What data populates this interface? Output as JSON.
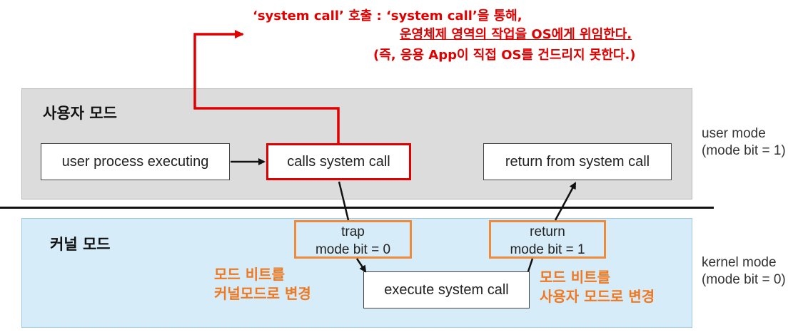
{
  "annotation": {
    "line1": "‘system call’ 호출 : ‘system call’을 통해,",
    "line2": "운영체제 영역의 작업을 OS에게 위임한다.",
    "line3": "(즉, 응용 App이 직접 OS를 건드리지 못한다.)"
  },
  "user_region": {
    "title": "사용자 모드",
    "label_line1": "user mode",
    "label_line2": "(mode bit = 1)"
  },
  "kernel_region": {
    "title": "커널 모드",
    "label_line1": "kernel mode",
    "label_line2": "(mode bit = 0)"
  },
  "boxes": {
    "user_process": "user process executing",
    "calls_system_call": "calls system call",
    "return_from": "return from system call",
    "execute": "execute system call"
  },
  "trap": {
    "line1": "trap",
    "line2": "mode bit = 0"
  },
  "return_label": {
    "line1": "return",
    "line2": "mode bit = 1"
  },
  "notes": {
    "to_kernel_line1": "모드 비트를",
    "to_kernel_line2": "커널모드로 변경",
    "to_user_line1": "모드 비트를",
    "to_user_line2": "사용자 모드로 변경"
  },
  "colors": {
    "red": "#e00000",
    "orange": "#ee8a3a",
    "user_bg": "#dcdcdc",
    "kernel_bg": "#d6ecf8"
  }
}
